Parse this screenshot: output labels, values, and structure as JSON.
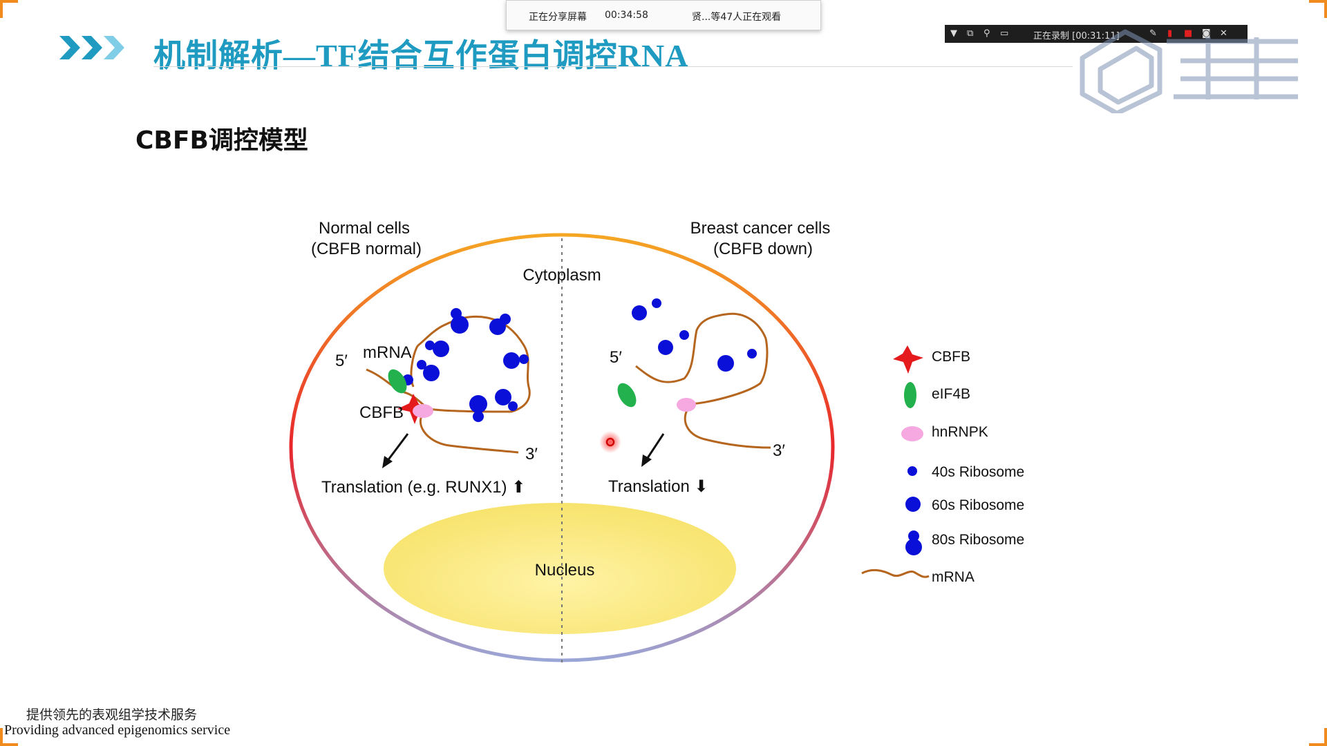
{
  "slide": {
    "title": "机制解析—TF结合互作蛋白调控RNA",
    "subtitle": "CBFB调控模型",
    "footer_cn": "提供领先的表观组学技术服务",
    "footer_en": "Providing advanced  epigenomics service",
    "accent_color": "#1f9bc2",
    "corner_color": "#f08c1e"
  },
  "share_bar": {
    "status": "正在分享屏幕",
    "time": "00:34:58",
    "viewers": "贤...等47人正在观看"
  },
  "record_bar": {
    "status": "正在录制 [00:31:11]",
    "icons": [
      "dropdown-icon",
      "window-icon",
      "zoom-icon",
      "screen-icon",
      "pen-icon",
      "marker-icon",
      "stop-icon",
      "camera-icon",
      "close-icon"
    ]
  },
  "figure": {
    "left_header_1": "Normal cells",
    "left_header_2": "(CBFB normal)",
    "right_header_1": "Breast cancer cells",
    "right_header_2": "(CBFB down)",
    "cytoplasm": "Cytoplasm",
    "nucleus": "Nucleus",
    "left_5prime": "5′",
    "left_mrna": "mRNA",
    "left_cbfb": "CBFB",
    "left_3prime": "3′",
    "left_translation": "Translation (e.g. RUNX1) ⬆",
    "right_5prime": "5′",
    "right_3prime": "3′",
    "right_translation": "Translation ⬇"
  },
  "legend": [
    {
      "label": "CBFB",
      "icon": "star-icon",
      "color": "#e41a1c"
    },
    {
      "label": "eIF4B",
      "icon": "green-ellipse-icon",
      "color": "#22b14c"
    },
    {
      "label": "hnRNPK",
      "icon": "pink-ellipse-icon",
      "color": "#f6a8e0"
    },
    {
      "label": "40s Ribosome",
      "icon": "small-dot-icon",
      "color": "#0a10d8"
    },
    {
      "label": "60s Ribosome",
      "icon": "large-dot-icon",
      "color": "#0a10d8"
    },
    {
      "label": "80s Ribosome",
      "icon": "double-dot-icon",
      "color": "#0a10d8"
    },
    {
      "label": "mRNA",
      "icon": "wavy-line-icon",
      "color": "#b5651d"
    }
  ]
}
